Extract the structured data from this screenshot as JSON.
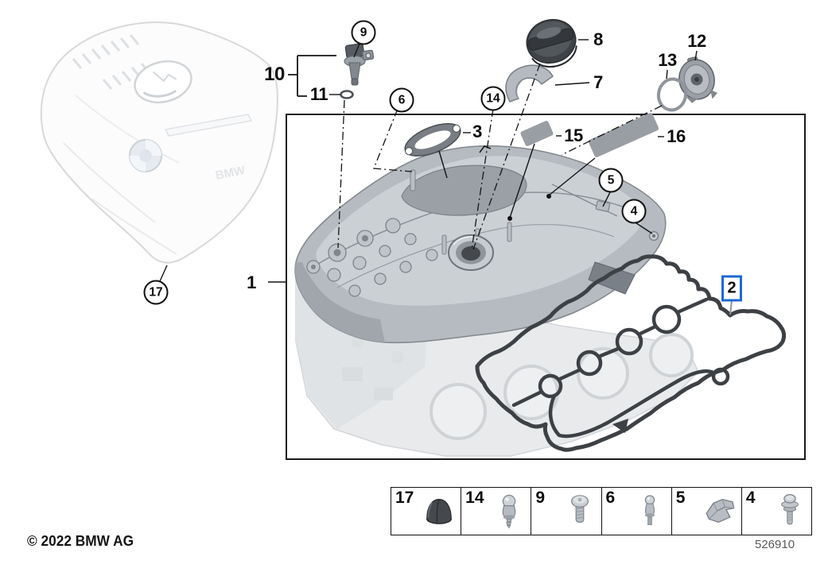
{
  "meta": {
    "copyright": "© 2022 BMW AG",
    "diagram_number": "526910",
    "cover_ghost_text": "BMW"
  },
  "colors": {
    "highlight_blue": "#1c69d4",
    "callout_black": "#111111",
    "gasket_dark": "#3d4145",
    "part_gray": "#b5bbc0",
    "faded_gray": "#e8eaec"
  },
  "callouts": [
    {
      "label": "1",
      "style": "plain"
    },
    {
      "label": "2",
      "style": "highlighted"
    },
    {
      "label": "3",
      "style": "plain"
    },
    {
      "label": "4",
      "style": "circled"
    },
    {
      "label": "5",
      "style": "circled"
    },
    {
      "label": "6",
      "style": "circled"
    },
    {
      "label": "7",
      "style": "plain"
    },
    {
      "label": "8",
      "style": "plain"
    },
    {
      "label": "9",
      "style": "circled"
    },
    {
      "label": "10",
      "style": "plain"
    },
    {
      "label": "11",
      "style": "plain"
    },
    {
      "label": "12",
      "style": "plain"
    },
    {
      "label": "13",
      "style": "plain"
    },
    {
      "label": "14",
      "style": "circled"
    },
    {
      "label": "15",
      "style": "plain"
    },
    {
      "label": "16",
      "style": "plain"
    },
    {
      "label": "17",
      "style": "circled"
    }
  ],
  "legend": {
    "items": [
      {
        "label": "17",
        "icon": "grommet-icon"
      },
      {
        "label": "14",
        "icon": "ball-stud-icon"
      },
      {
        "label": "9",
        "icon": "screw-icon"
      },
      {
        "label": "6",
        "icon": "ball-pin-icon"
      },
      {
        "label": "5",
        "icon": "clip-icon"
      },
      {
        "label": "4",
        "icon": "screw-washer-icon"
      }
    ]
  }
}
